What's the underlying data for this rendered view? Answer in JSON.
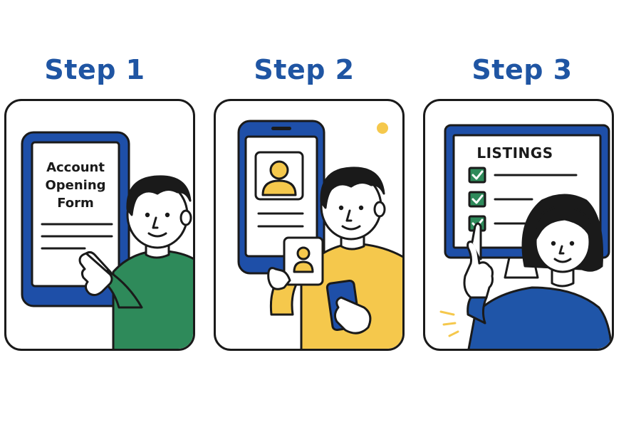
{
  "steps": [
    {
      "title": "Step 1",
      "form_line1": "Account",
      "form_line2": "Opening",
      "form_line3": "Form"
    },
    {
      "title": "Step 2"
    },
    {
      "title": "Step 3",
      "screen_heading": "LISTINGS"
    }
  ],
  "colors": {
    "title_blue": "#1f55a3",
    "device_blue": "#1e4fa8",
    "shirt_green": "#2e8a5a",
    "shirt_yellow": "#f5c84c",
    "shirt_blue": "#1f55a8",
    "check_green": "#2e8a5a",
    "skin": "#ffffff",
    "hair": "#1a1a1a"
  },
  "icons": [
    "hand-pointing-icon",
    "avatar-icon",
    "id-card-icon",
    "checkbox-icon",
    "phone-icon"
  ]
}
